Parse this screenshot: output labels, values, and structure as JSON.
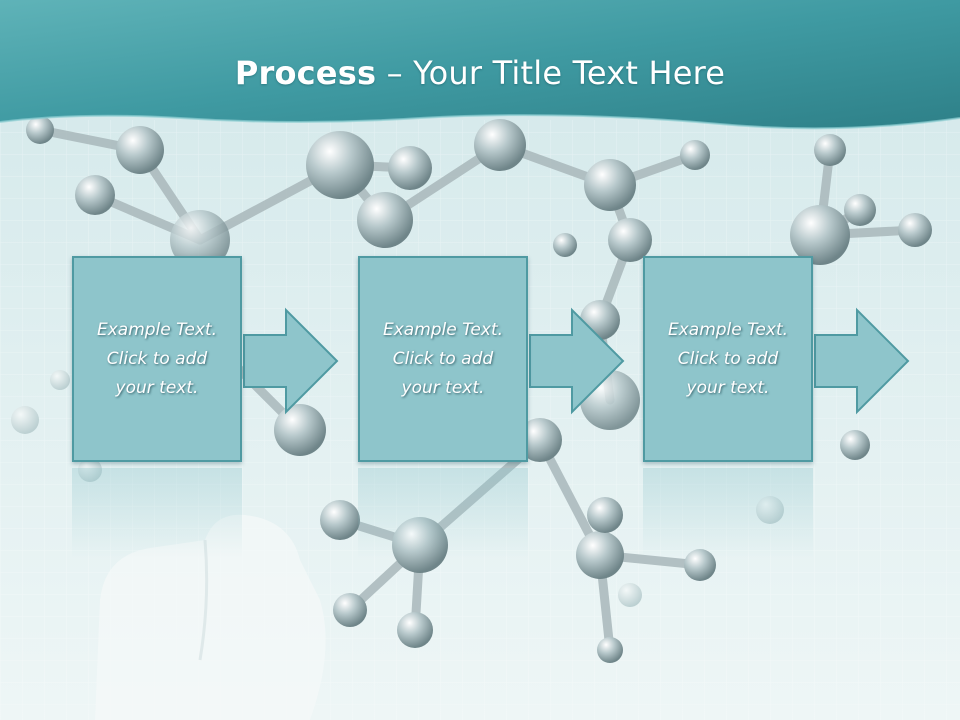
{
  "slide": {
    "title_bold": "Process",
    "title_rest": " – Your Title Text Here"
  },
  "steps": [
    {
      "text": "Example Text.\nClick  to add\nyour text."
    },
    {
      "text": "Example Text.\nClick  to add\nyour text."
    },
    {
      "text": "Example Text.\nClick  to add\nyour text."
    }
  ],
  "colors": {
    "header": "#4fa6ad",
    "box_fill": "#8ec5cb",
    "box_border": "#4f9aa2",
    "background": "#e6f1f2"
  }
}
